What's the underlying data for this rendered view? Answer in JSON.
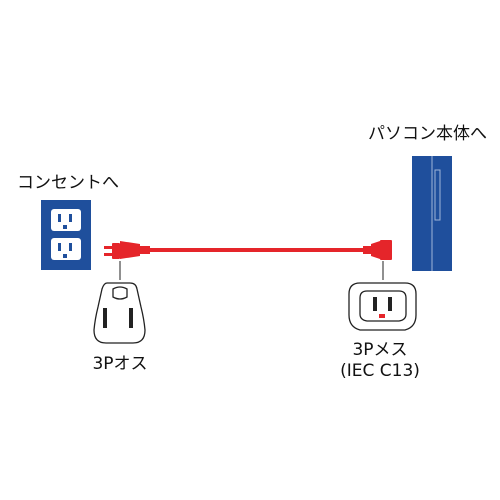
{
  "labels": {
    "wall_outlet": "コンセントへ",
    "pc_body": "パソコン本体へ",
    "plug_left": "3Pオス",
    "plug_right_line1": "3Pメス",
    "plug_right_line2": "(IEC C13)"
  },
  "colors": {
    "blue": "#1f4f9c",
    "red": "#e5252a",
    "outline": "#222222",
    "background": "#ffffff"
  }
}
